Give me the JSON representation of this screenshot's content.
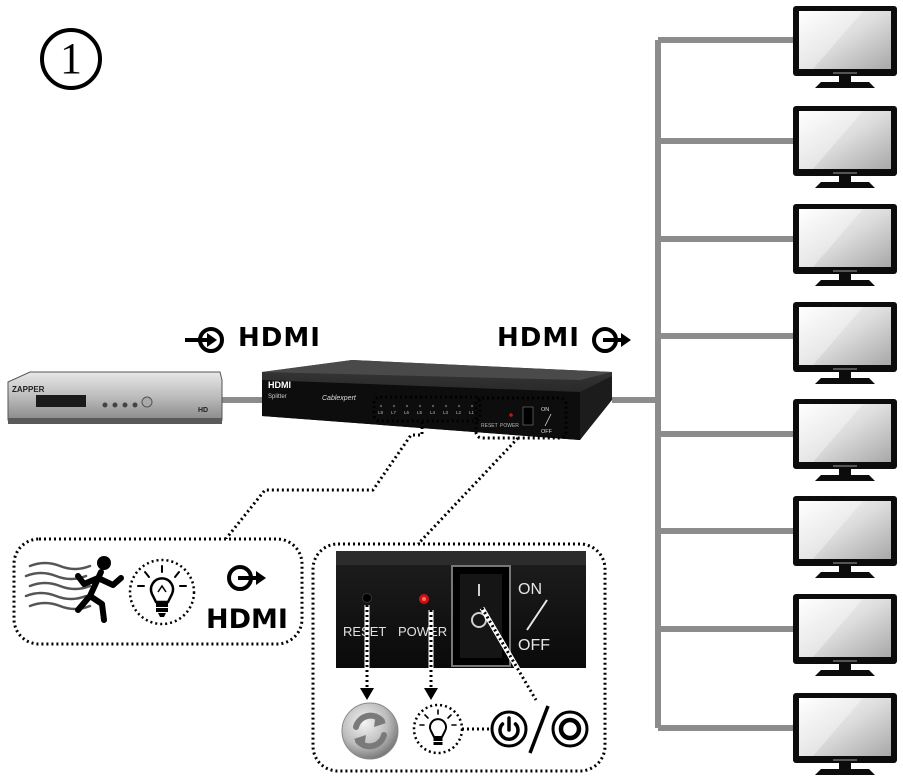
{
  "step": {
    "number": "1"
  },
  "input_label": "HDMI",
  "output_label": "HDMI",
  "source_device": {
    "brand": "ZAPPER",
    "badge": "HD"
  },
  "splitter": {
    "logo": "HDMI",
    "subtitle": "Splitter",
    "brand": "Cablexpert",
    "leds": [
      "L8",
      "L7",
      "L6",
      "L5",
      "L4",
      "L3",
      "L2",
      "L1"
    ],
    "reset_label": "RESET",
    "power_label": "POWER",
    "on_label": "ON",
    "off_label": "OFF"
  },
  "callout_left": {
    "hdmi_label": "HDMI"
  },
  "callout_right": {
    "reset_label": "RESET",
    "power_label": "POWER",
    "on_label": "ON",
    "off_label": "OFF"
  },
  "monitors": 8,
  "colors": {
    "cable": "#8c8c8c",
    "led_red": "#cc1111"
  }
}
